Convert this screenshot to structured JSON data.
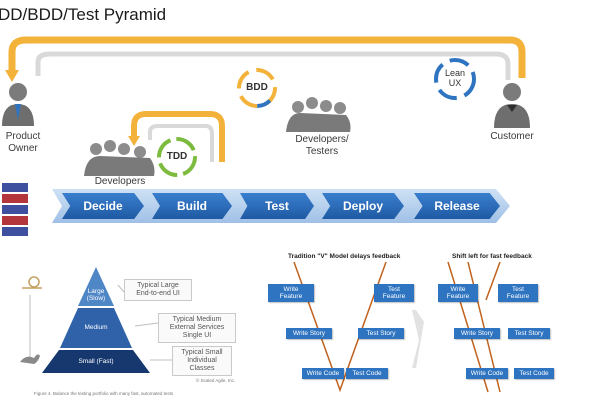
{
  "title": "DD/BDD/Test Pyramid",
  "roles": {
    "product_owner": "Product\nOwner",
    "developers": "Developers",
    "developers_testers": "Developers/\nTesters",
    "customer": "Customer"
  },
  "cycles": {
    "tdd": "TDD",
    "bdd": "BDD",
    "lean_ux": "Lean\nUX"
  },
  "pipeline": [
    "Decide",
    "Build",
    "Test",
    "Deploy",
    "Release"
  ],
  "pyramid": {
    "tiers": [
      "Large\n(Slow)",
      "Medium",
      "Small (Fast)"
    ],
    "callouts": [
      "Typical Large\nEnd-to-end UI",
      "Typical Medium\nExternal Services\nSingle UI",
      "Typical Small\nIndividual\nClasses"
    ],
    "credit": "© Scaled Agile, Inc.",
    "caption": "Figure 4. Balance the testing portfolio with many fast, automated tests"
  },
  "v_model": {
    "title_left": "Tradition \"V\" Model delays feedback",
    "title_right": "Shift left for fast feedback",
    "left_boxes": [
      "Write\nFeature",
      "Write Story",
      "Write Code"
    ],
    "right_boxes": [
      "Test\nFeature",
      "Test Story",
      "Test Code"
    ]
  },
  "colors": {
    "pipeline_blue": "#2a6bb8",
    "loop_orange": "#f3b23a",
    "pyramid_top": "#4f86c6",
    "pyramid_mid": "#2f62a8",
    "pyramid_bottom": "#16386f",
    "v_line": "#c0621e"
  },
  "icons": [
    "person-icon",
    "people-group-icon",
    "cycle-arrows-icon",
    "snail-icon",
    "rabbit-icon",
    "chevron-right-icon"
  ]
}
